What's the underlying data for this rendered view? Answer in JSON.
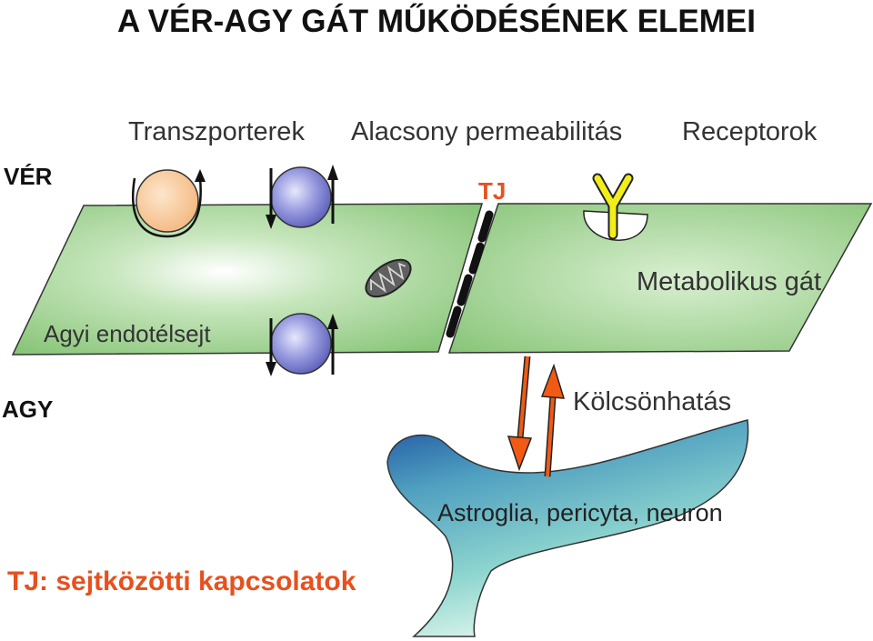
{
  "title": "A VÉR-AGY GÁT MŰKÖDÉSÉNEK ELEMEI",
  "side_labels": {
    "blood": "VÉR",
    "brain": "AGY"
  },
  "labels": {
    "transporters": "Transzporterek",
    "low_permeability": "Alacsony permeabilitás",
    "receptors": "Receptorok",
    "tj": "TJ",
    "metabolic_barrier": "Metabolikus gát",
    "endothelial_cell": "Agyi endotélsejt",
    "interaction": "Kölcsönhatás",
    "glia": "Astroglia, pericyta, neuron"
  },
  "footnote": "TJ: sejtközötti kapcsolatok",
  "colors": {
    "cell_fill": "#8cc97e",
    "tj_text": "#e8501e",
    "footnote_text": "#e8501e",
    "arrow_orange": "#f05a14",
    "receptor_yellow": "#f2ee1a",
    "transporter_orange": "#f6c48e",
    "transporter_purple": "#7b7fcf",
    "glia_top": "#2a62a8",
    "glia_bottom": "#d8f6ec"
  },
  "icons": [
    "transporter-orange-icon",
    "transporter-purple-icon",
    "receptor-y-icon",
    "mitochondrion-icon",
    "tight-junction-icon",
    "arrow-down-icon",
    "arrow-up-icon"
  ]
}
